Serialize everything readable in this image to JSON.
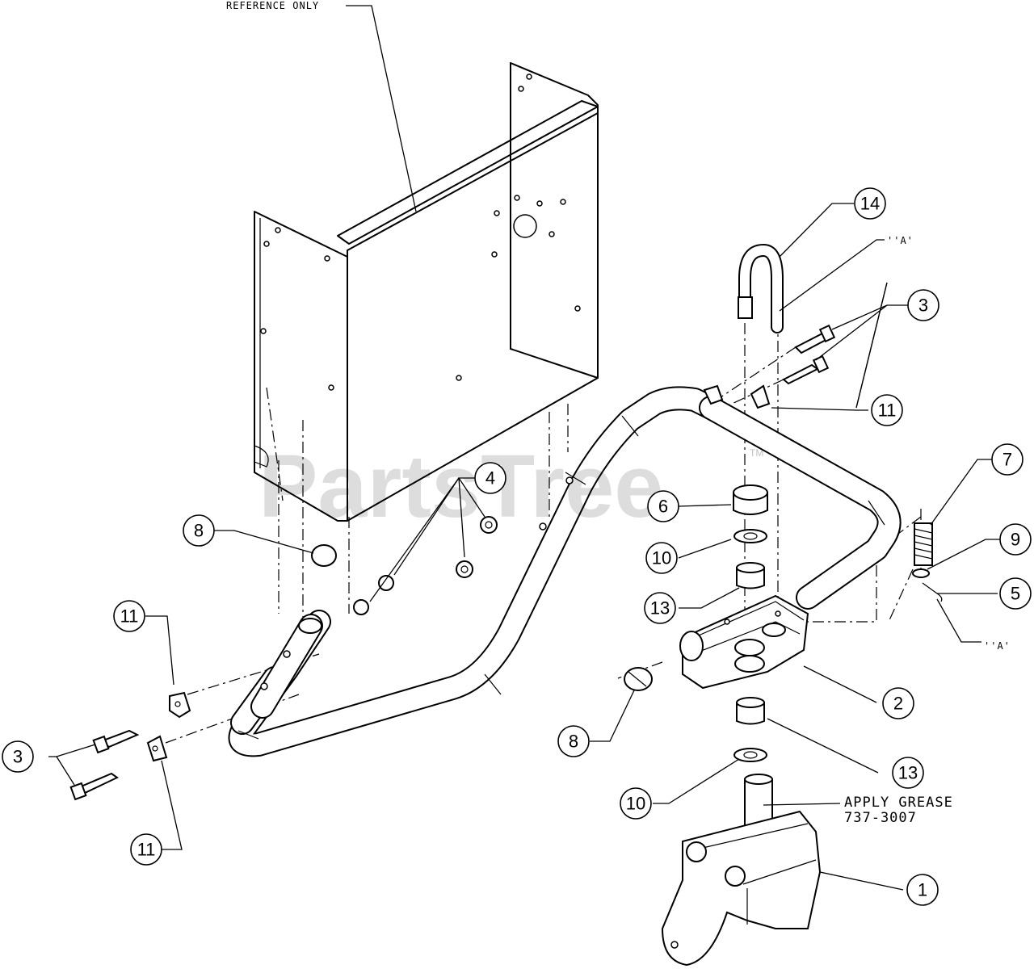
{
  "notes": {
    "reference": "REFERENCE ONLY",
    "grease_line1": "APPLY GREASE",
    "grease_line2": "737-3007",
    "ref_a_top": "''A'",
    "ref_a_bottom": "''A'"
  },
  "watermark": {
    "text": "PartsTree",
    "mark": "TM"
  },
  "callouts": {
    "c1": "1",
    "c2": "2",
    "c3_left": "3",
    "c3_right": "3",
    "c4": "4",
    "c5": "5",
    "c6": "6",
    "c7": "7",
    "c8_left": "8",
    "c8_right": "8",
    "c9": "9",
    "c10_upper": "10",
    "c10_lower": "10",
    "c11_upper_left": "11",
    "c11_lower_left": "11",
    "c11_right": "11",
    "c13_upper": "13",
    "c13_lower": "13",
    "c14": "14"
  }
}
